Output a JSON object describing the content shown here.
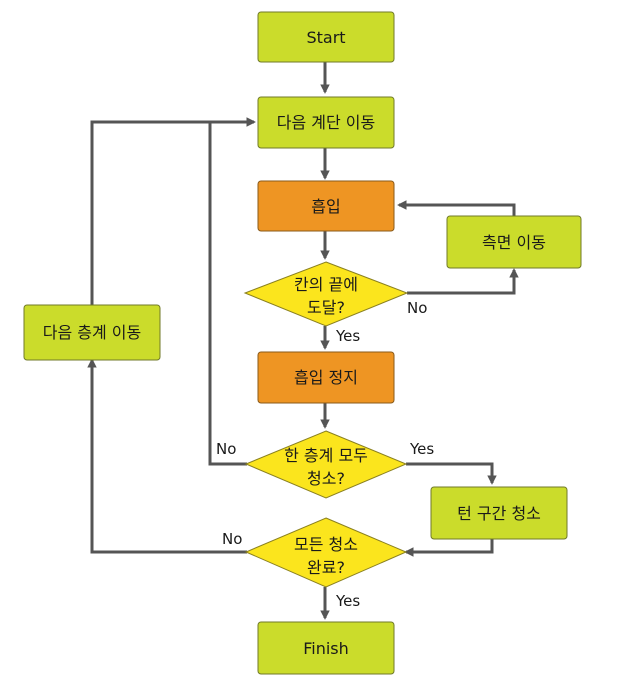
{
  "colors": {
    "process_fill": "#cbdc2b",
    "process_stroke": "#707a29",
    "suction_fill": "#ee9523",
    "suction_stroke": "#8a5a1a",
    "decision_fill": "#fbe51d",
    "decision_stroke": "#8a8020",
    "connector": "#555555"
  },
  "nodes": {
    "start": "Start",
    "next_step": "다음 계단 이동",
    "suction": "흡입",
    "side_move": "측면 이동",
    "edge_q_line1": "칸의 끝에",
    "edge_q_line2": "도달?",
    "suction_stop": "흡입 정지",
    "floor_q_line1": "한 층계 모두",
    "floor_q_line2": "청소?",
    "turn_clean": "턴 구간 청소",
    "all_done_q_line1": "모든 청소",
    "all_done_q_line2": "완료?",
    "finish": "Finish",
    "next_floor": "다음 층계 이동"
  },
  "labels": {
    "edge_no": "No",
    "edge_yes": "Yes",
    "floor_no": "No",
    "floor_yes": "Yes",
    "done_no": "No",
    "done_yes": "Yes"
  }
}
